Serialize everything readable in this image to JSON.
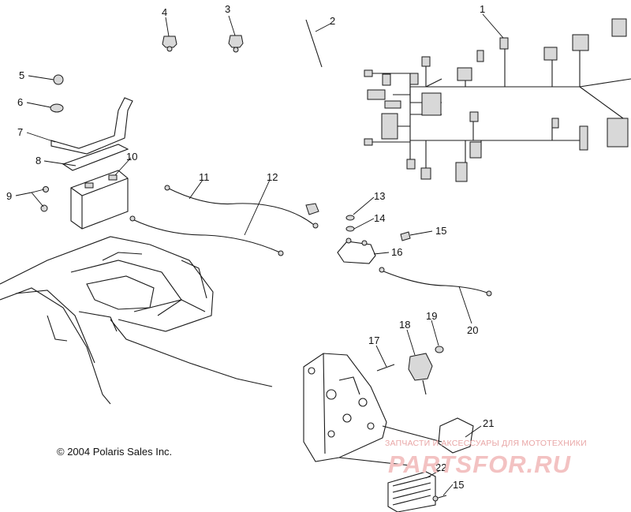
{
  "diagram": {
    "callouts": [
      "1",
      "2",
      "3",
      "4",
      "5",
      "6",
      "7",
      "8",
      "9",
      "10",
      "11",
      "12",
      "13",
      "14",
      "15",
      "16",
      "17",
      "18",
      "19",
      "20",
      "21",
      "22",
      "15"
    ],
    "copyright": "© 2004 Polaris Sales Inc.",
    "watermark": {
      "tagline": "ЗАПЧАСТИ И АКСЕССУАРЫ ДЛЯ МОТОТЕХНИКИ",
      "site": "PARTSFOR.RU"
    }
  }
}
